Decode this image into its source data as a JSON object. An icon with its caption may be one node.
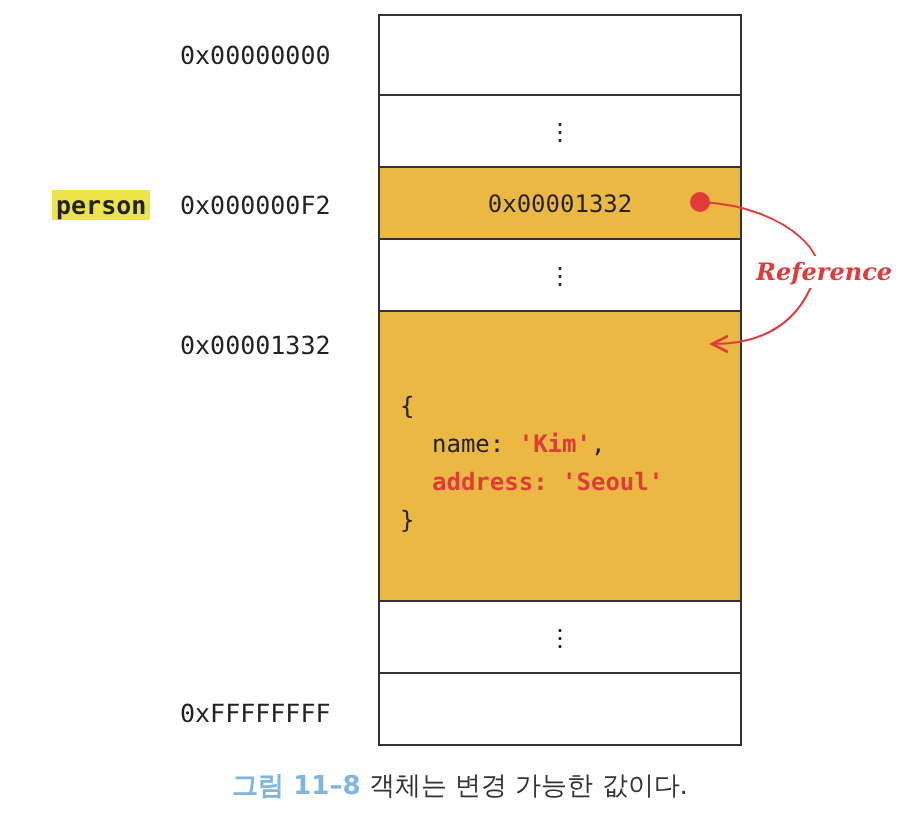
{
  "diagram": {
    "caption": "그림 11–8 객체는 변경 가능한 값이다.",
    "nodes": [
      {
        "text": [],
        "shape": "box",
        "beside": [
          "0x00000000"
        ]
      },
      {
        "text": [
          "⋮"
        ]
      },
      {
        "text": [
          "0x00001332"
        ],
        "beside": [
          "person",
          "0x000000F2"
        ]
      },
      {
        "text": [
          "⋮"
        ]
      },
      {
        "text": [
          "{",
          "name: **'Kim'**,",
          "address: 'Seoul'",
          "}"
        ],
        "beside": [
          "0x00001332"
        ]
      },
      {
        "text": [
          "⋮"
        ]
      },
      {
        "text": [],
        "shape": "box",
        "beside": [
          "0xFFFFFFFF"
        ]
      }
    ],
    "edges": [
      {
        "from": 2,
        "to": 4,
        "arrow": "to",
        "label": "Reference",
        "color": "#e03a3a"
      }
    ]
  }
}
